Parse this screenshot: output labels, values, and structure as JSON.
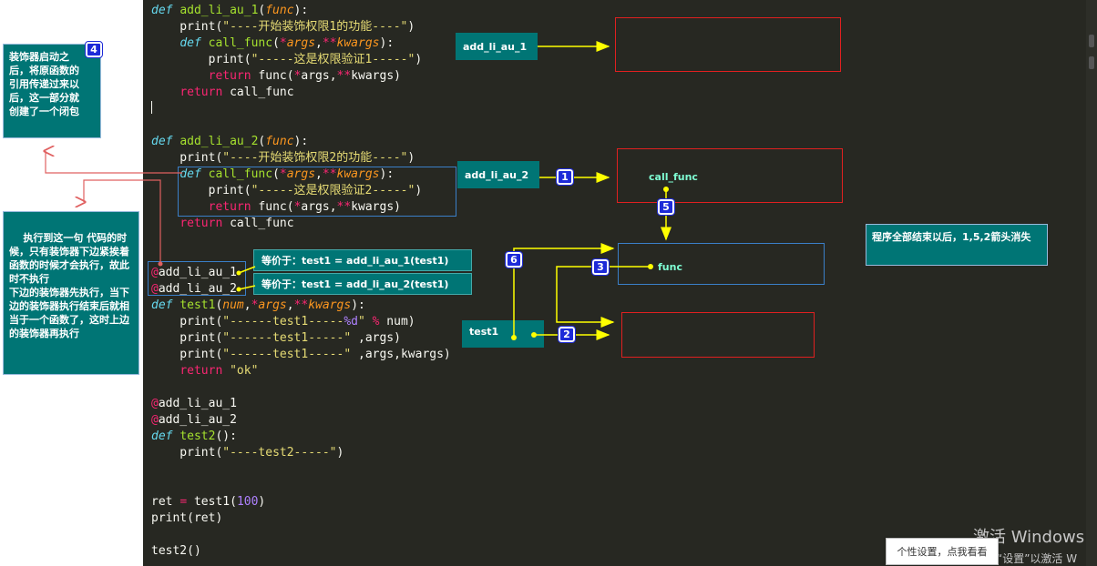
{
  "code": {
    "lines": [
      [
        {
          "t": "def ",
          "c": "kw"
        },
        {
          "t": "add_li_au_1",
          "c": "fn"
        },
        {
          "t": "(",
          "c": "plain"
        },
        {
          "t": "func",
          "c": "arg"
        },
        {
          "t": "):",
          "c": "plain"
        }
      ],
      [
        {
          "t": "    print(",
          "c": "plain"
        },
        {
          "t": "\"----开始装饰权限1的功能----\"",
          "c": "str"
        },
        {
          "t": ")",
          "c": "plain"
        }
      ],
      [
        {
          "t": "    ",
          "c": "plain"
        },
        {
          "t": "def ",
          "c": "kw"
        },
        {
          "t": "call_func",
          "c": "fn"
        },
        {
          "t": "(",
          "c": "plain"
        },
        {
          "t": "*",
          "c": "pink"
        },
        {
          "t": "args",
          "c": "arg"
        },
        {
          "t": ",",
          "c": "plain"
        },
        {
          "t": "**",
          "c": "pink"
        },
        {
          "t": "kwargs",
          "c": "arg"
        },
        {
          "t": "):",
          "c": "plain"
        }
      ],
      [
        {
          "t": "        print(",
          "c": "plain"
        },
        {
          "t": "\"-----这是权限验证1-----\"",
          "c": "str"
        },
        {
          "t": ")",
          "c": "plain"
        }
      ],
      [
        {
          "t": "        ",
          "c": "plain"
        },
        {
          "t": "return ",
          "c": "pink"
        },
        {
          "t": "func(",
          "c": "plain"
        },
        {
          "t": "*",
          "c": "pink"
        },
        {
          "t": "args,",
          "c": "plain"
        },
        {
          "t": "**",
          "c": "pink"
        },
        {
          "t": "kwargs)",
          "c": "plain"
        }
      ],
      [
        {
          "t": "    ",
          "c": "plain"
        },
        {
          "t": "return ",
          "c": "pink"
        },
        {
          "t": "call_func",
          "c": "plain"
        }
      ],
      [],
      [],
      [
        {
          "t": "def ",
          "c": "kw"
        },
        {
          "t": "add_li_au_2",
          "c": "fn"
        },
        {
          "t": "(",
          "c": "plain"
        },
        {
          "t": "func",
          "c": "arg"
        },
        {
          "t": "):",
          "c": "plain"
        }
      ],
      [
        {
          "t": "    print(",
          "c": "plain"
        },
        {
          "t": "\"----开始装饰权限2的功能----\"",
          "c": "str"
        },
        {
          "t": ")",
          "c": "plain"
        }
      ],
      [
        {
          "t": "    ",
          "c": "plain"
        },
        {
          "t": "def ",
          "c": "kw"
        },
        {
          "t": "call_func",
          "c": "fn"
        },
        {
          "t": "(",
          "c": "plain"
        },
        {
          "t": "*",
          "c": "pink"
        },
        {
          "t": "args",
          "c": "arg"
        },
        {
          "t": ",",
          "c": "plain"
        },
        {
          "t": "**",
          "c": "pink"
        },
        {
          "t": "kwargs",
          "c": "arg"
        },
        {
          "t": "):",
          "c": "plain"
        }
      ],
      [
        {
          "t": "        print(",
          "c": "plain"
        },
        {
          "t": "\"-----这是权限验证2-----\"",
          "c": "str"
        },
        {
          "t": ")",
          "c": "plain"
        }
      ],
      [
        {
          "t": "        ",
          "c": "plain"
        },
        {
          "t": "return ",
          "c": "pink"
        },
        {
          "t": "func(",
          "c": "plain"
        },
        {
          "t": "*",
          "c": "pink"
        },
        {
          "t": "args,",
          "c": "plain"
        },
        {
          "t": "**",
          "c": "pink"
        },
        {
          "t": "kwargs)",
          "c": "plain"
        }
      ],
      [
        {
          "t": "    ",
          "c": "plain"
        },
        {
          "t": "return ",
          "c": "pink"
        },
        {
          "t": "call_func",
          "c": "plain"
        }
      ],
      [],
      [],
      [
        {
          "t": "@",
          "c": "pink"
        },
        {
          "t": "add_li_au_1",
          "c": "plain"
        }
      ],
      [
        {
          "t": "@",
          "c": "pink"
        },
        {
          "t": "add_li_au_2",
          "c": "plain"
        }
      ],
      [
        {
          "t": "def ",
          "c": "kw"
        },
        {
          "t": "test1",
          "c": "fn"
        },
        {
          "t": "(",
          "c": "plain"
        },
        {
          "t": "num",
          "c": "arg"
        },
        {
          "t": ",",
          "c": "plain"
        },
        {
          "t": "*",
          "c": "pink"
        },
        {
          "t": "args",
          "c": "arg"
        },
        {
          "t": ",",
          "c": "plain"
        },
        {
          "t": "**",
          "c": "pink"
        },
        {
          "t": "kwargs",
          "c": "arg"
        },
        {
          "t": "):",
          "c": "plain"
        }
      ],
      [
        {
          "t": "    print(",
          "c": "plain"
        },
        {
          "t": "\"------test1-----",
          "c": "str"
        },
        {
          "t": "%d",
          "c": "num"
        },
        {
          "t": "\"",
          "c": "str"
        },
        {
          "t": " ",
          "c": "plain"
        },
        {
          "t": "%",
          "c": "pink"
        },
        {
          "t": " num)",
          "c": "plain"
        }
      ],
      [
        {
          "t": "    print(",
          "c": "plain"
        },
        {
          "t": "\"------test1-----\"",
          "c": "str"
        },
        {
          "t": " ,args)",
          "c": "plain"
        }
      ],
      [
        {
          "t": "    print(",
          "c": "plain"
        },
        {
          "t": "\"------test1-----\"",
          "c": "str"
        },
        {
          "t": " ,args,kwargs)",
          "c": "plain"
        }
      ],
      [
        {
          "t": "    ",
          "c": "plain"
        },
        {
          "t": "return ",
          "c": "pink"
        },
        {
          "t": "\"ok\"",
          "c": "str"
        }
      ],
      [],
      [
        {
          "t": "@",
          "c": "pink"
        },
        {
          "t": "add_li_au_1",
          "c": "plain"
        }
      ],
      [
        {
          "t": "@",
          "c": "pink"
        },
        {
          "t": "add_li_au_2",
          "c": "plain"
        }
      ],
      [
        {
          "t": "def ",
          "c": "kw"
        },
        {
          "t": "test2",
          "c": "fn"
        },
        {
          "t": "():",
          "c": "plain"
        }
      ],
      [
        {
          "t": "    print(",
          "c": "plain"
        },
        {
          "t": "\"----test2-----\"",
          "c": "str"
        },
        {
          "t": ")",
          "c": "plain"
        }
      ],
      [],
      [],
      [
        {
          "t": "ret ",
          "c": "plain"
        },
        {
          "t": "=",
          "c": "pink"
        },
        {
          "t": " test1(",
          "c": "plain"
        },
        {
          "t": "100",
          "c": "num"
        },
        {
          "t": ")",
          "c": "plain"
        }
      ],
      [
        {
          "t": "print(ret)",
          "c": "plain"
        }
      ],
      [],
      [
        {
          "t": "test2()",
          "c": "plain"
        }
      ]
    ]
  },
  "annotations": {
    "note_closure": "装饰器启动之后，将原函数的引用传递过来以后，这一部分就创建了一个闭包",
    "note_exec": "执行到这一句 代码的时候，只有装饰器下边紧挨着函数的时候才会执行，故此时不执行\n下边的装饰器先执行，当下边的装饰器执行结束后就相当于一个函数了，这时上边的装饰器再执行",
    "note_end": "程序全部结束以后，1,5,2箭头消失",
    "tag_au1": "add_li_au_1",
    "tag_au2": "add_li_au_2",
    "tag_test1": "test1",
    "eq1": "等价于：test1 = add_li_au_1(test1)",
    "eq2": "等价于：test1 = add_li_au_2(test1)",
    "label_call_func": "call_func",
    "label_func": "func",
    "badges": [
      "1",
      "2",
      "3",
      "4",
      "5",
      "6"
    ]
  },
  "overlay": {
    "watermark_title": "激活 Windows",
    "watermark_sub": "转到“设置”以激活 W",
    "popup": "个性设置，点我看看"
  },
  "colors": {
    "editor_bg": "#272822",
    "teal": "#007575",
    "badge": "#1d2ad8",
    "arrow": "#ffff00",
    "red_box": "#e02020",
    "blue_box": "#3a7fc8"
  }
}
